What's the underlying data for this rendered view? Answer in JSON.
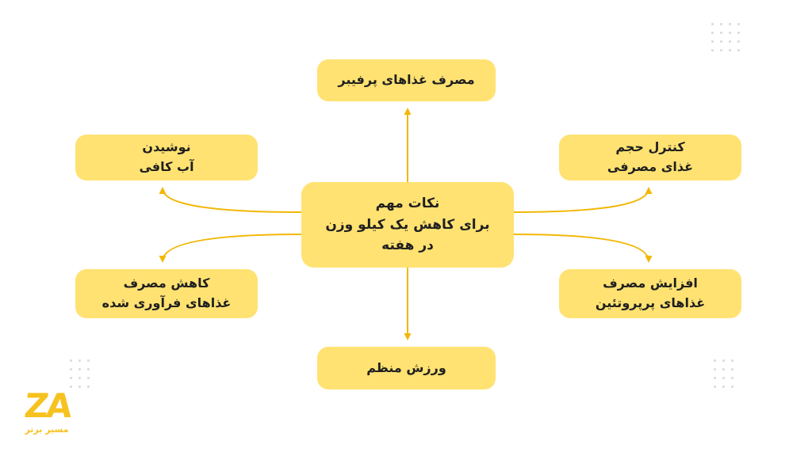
{
  "diagram": {
    "center": {
      "lines": [
        "نکات مهم",
        "برای کاهش یک کیلو وزن",
        "در هفته"
      ]
    },
    "nodes": {
      "top": {
        "lines": [
          "مصرف غذاهای پرفیبر"
        ]
      },
      "top_left": {
        "lines": [
          "نوشیدن",
          "آب کافی"
        ]
      },
      "top_right": {
        "lines": [
          "کنترل حجم",
          "غذای مصرفی"
        ]
      },
      "bottom_left": {
        "lines": [
          "کاهش مصرف",
          "غذاهای فرآوری شده"
        ]
      },
      "bottom_right": {
        "lines": [
          "افزایش مصرف",
          "غذاهای پرپروتئین"
        ]
      },
      "bottom": {
        "lines": [
          "ورزش منظم"
        ]
      }
    },
    "colors": {
      "node_background": "#FFE272",
      "arrow": "#F2B705",
      "text": "#1F1F1F",
      "logo": "#F6C21F",
      "dots": "#DCDCDC"
    }
  },
  "logo": {
    "text": "ZA",
    "subtext": "مسیر برتر"
  }
}
